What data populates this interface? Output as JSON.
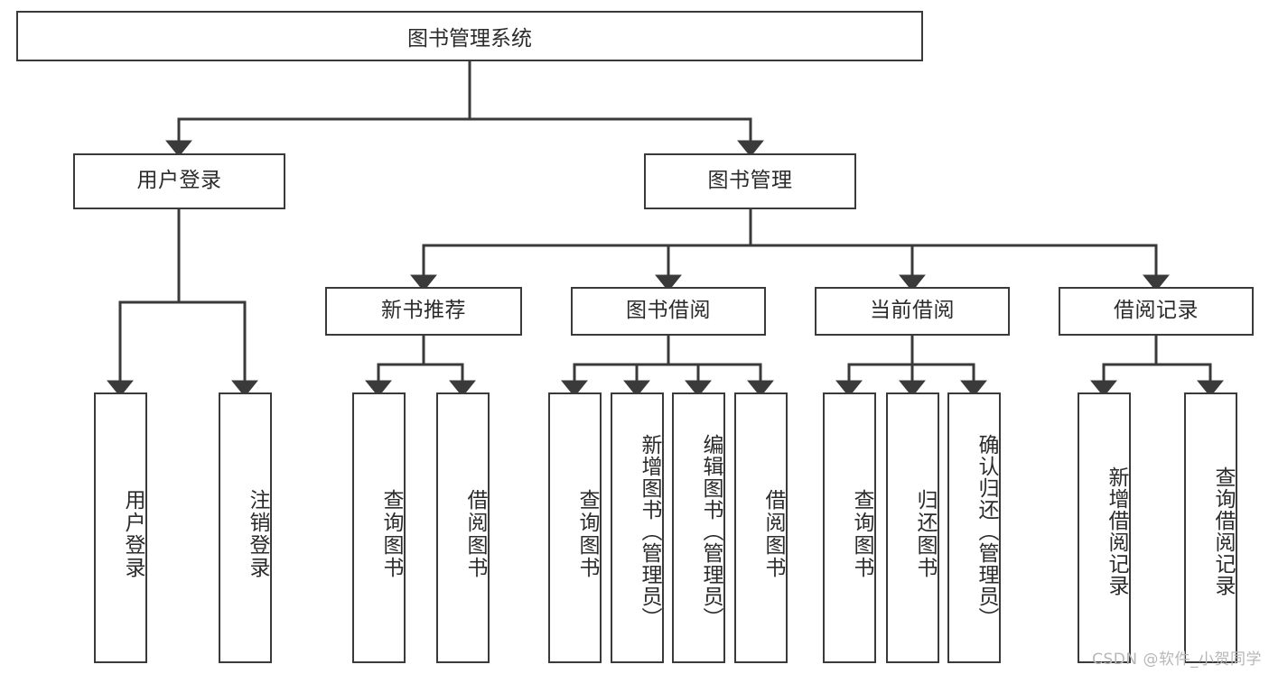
{
  "diagram": {
    "type": "hierarchy-tree",
    "title": "图书管理系统",
    "background_color": "#ffffff",
    "line_color": "#3a3a3a",
    "text_color": "#2b2b2b",
    "root": {
      "label": "图书管理系统"
    },
    "level2": [
      {
        "label": "用户登录"
      },
      {
        "label": "图书管理"
      }
    ],
    "level3": [
      {
        "label": "新书推荐"
      },
      {
        "label": "图书借阅"
      },
      {
        "label": "当前借阅"
      },
      {
        "label": "借阅记录"
      }
    ],
    "leaves": {
      "user_login": [
        {
          "label": "用户登录"
        },
        {
          "label": "注销登录"
        }
      ],
      "new_book_recommend": [
        {
          "label": "查询图书"
        },
        {
          "label": "借阅图书"
        }
      ],
      "book_borrow": [
        {
          "label": "查询图书"
        },
        {
          "label": "新增图书（管理员）"
        },
        {
          "label": "编辑图书（管理员）"
        },
        {
          "label": "借阅图书"
        }
      ],
      "current_borrow": [
        {
          "label": "查询图书"
        },
        {
          "label": "归还图书"
        },
        {
          "label": "确认归还（管理员）"
        }
      ],
      "borrow_record": [
        {
          "label": "新增借阅记录"
        },
        {
          "label": "查询借阅记录"
        }
      ]
    }
  },
  "watermark": {
    "text": "CSDN @软件_小贺同学"
  }
}
